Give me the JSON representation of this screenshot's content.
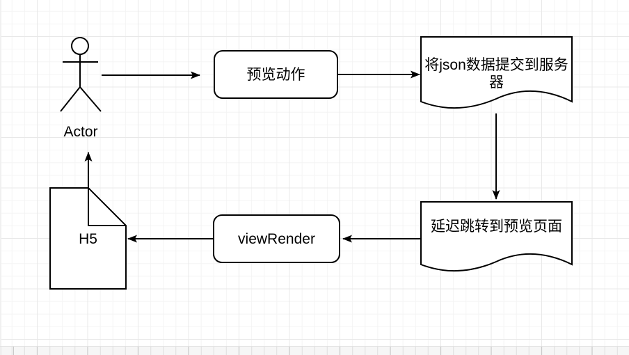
{
  "canvas": {
    "background_color": "#ffffff",
    "grid_minor_color": "#f4f4f4",
    "grid_major_color": "#e8e8e8",
    "stroke_color": "#000000",
    "shape_fill_color": "#ffffff",
    "text_color": "#000000"
  },
  "diagram": {
    "actor": {
      "id": "actor",
      "type": "uml-actor",
      "label": "Actor"
    },
    "nodes": [
      {
        "id": "preview-action",
        "type": "rounded-rectangle",
        "label": "预览动作"
      },
      {
        "id": "submit-json-to-server",
        "type": "document",
        "label": "将json数据提交到服务器"
      },
      {
        "id": "delay-redirect-to-preview",
        "type": "document",
        "label": "延迟跳转到预览页面"
      },
      {
        "id": "view-render",
        "type": "rounded-rectangle",
        "label": "viewRender"
      },
      {
        "id": "h5-page",
        "type": "note",
        "label": "H5"
      }
    ],
    "edges": [
      {
        "id": "actor-to-preview-action",
        "from": "actor",
        "to": "preview-action",
        "direction": "right"
      },
      {
        "id": "preview-action-to-submit-json",
        "from": "preview-action",
        "to": "submit-json-to-server",
        "direction": "right"
      },
      {
        "id": "submit-json-to-delay-redirect",
        "from": "submit-json-to-server",
        "to": "delay-redirect-to-preview",
        "direction": "down"
      },
      {
        "id": "delay-redirect-to-view-render",
        "from": "delay-redirect-to-preview",
        "to": "view-render",
        "direction": "left"
      },
      {
        "id": "view-render-to-h5",
        "from": "view-render",
        "to": "h5-page",
        "direction": "left"
      },
      {
        "id": "h5-to-actor",
        "from": "h5-page",
        "to": "actor",
        "direction": "up"
      }
    ]
  }
}
